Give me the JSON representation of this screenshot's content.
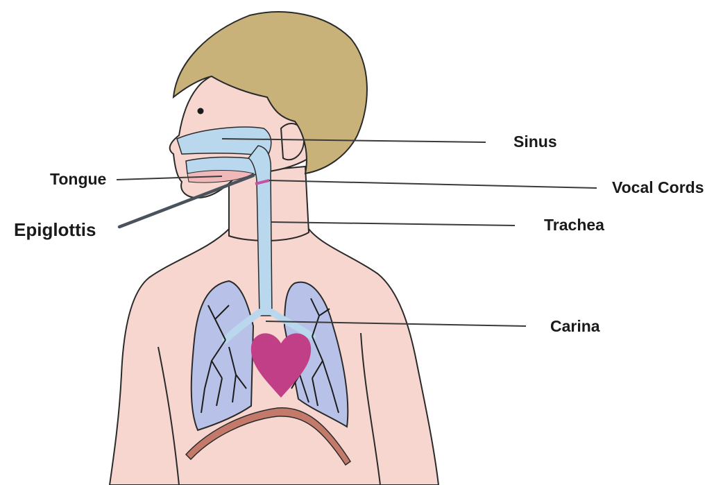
{
  "labels": {
    "sinus": "Sinus",
    "tongue": "Tongue",
    "vocal_cords": "Vocal Cords",
    "epiglottis": "Epiglottis",
    "trachea": "Trachea",
    "carina": "Carina"
  },
  "colors": {
    "skin": "#f6d6cf",
    "skin_outline": "#2a2a2a",
    "hair": "#c9b27a",
    "airway": "#b9d8ee",
    "lung": "#b8c2e8",
    "bronchi": "#1c1c1c",
    "heart": "#c13f86",
    "diaphragm": "#c47a6a",
    "vocal_cords": "#c850a0"
  }
}
